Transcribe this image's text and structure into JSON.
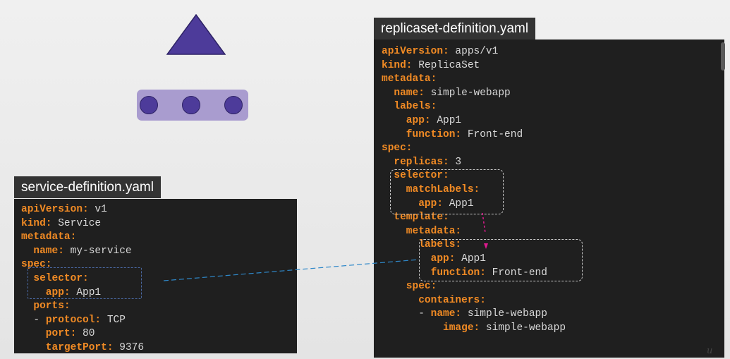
{
  "service_file": {
    "title": "service-definition.yaml",
    "lines": [
      {
        "key": "apiVersion:",
        "val": " v1"
      },
      {
        "key": "kind:",
        "val": " Service"
      },
      {
        "key": "metadata:",
        "val": ""
      },
      {
        "key": "  name:",
        "val": " my-service"
      },
      {
        "key": "spec:",
        "val": ""
      },
      {
        "key": "  selector:",
        "val": ""
      },
      {
        "key": "    app:",
        "val": " App1"
      },
      {
        "key": "  ports:",
        "val": ""
      },
      {
        "prefix": "  - ",
        "key": "protocol:",
        "val": " TCP"
      },
      {
        "key": "    port:",
        "val": " 80"
      },
      {
        "key": "    targetPort:",
        "val": " 9376"
      }
    ]
  },
  "replicaset_file": {
    "title": "replicaset-definition.yaml",
    "lines": [
      {
        "key": "apiVersion:",
        "val": " apps/v1"
      },
      {
        "key": "kind:",
        "val": " ReplicaSet"
      },
      {
        "key": "metadata:",
        "val": ""
      },
      {
        "key": "  name:",
        "val": " simple-webapp"
      },
      {
        "key": "  labels:",
        "val": ""
      },
      {
        "key": "    app:",
        "val": " App1"
      },
      {
        "key": "    function:",
        "val": " Front-end"
      },
      {
        "key": "spec:",
        "val": ""
      },
      {
        "key": "  replicas:",
        "val": " 3"
      },
      {
        "key": "  selector:",
        "val": ""
      },
      {
        "key": "    matchLabels:",
        "val": ""
      },
      {
        "key": "      app:",
        "val": " App1"
      },
      {
        "key": "  template:",
        "val": ""
      },
      {
        "key": "    metadata:",
        "val": ""
      },
      {
        "key": "      labels:",
        "val": ""
      },
      {
        "key": "        app:",
        "val": " App1"
      },
      {
        "key": "        function:",
        "val": " Front-end"
      },
      {
        "key": "    spec:",
        "val": ""
      },
      {
        "key": "      containers:",
        "val": ""
      },
      {
        "prefix": "      - ",
        "key": "name:",
        "val": " simple-webapp"
      },
      {
        "key": "          image:",
        "val": " simple-webapp"
      }
    ]
  },
  "icons": {
    "service": "triangle-icon",
    "pods": "pod-dot-icon",
    "brand": "udemy-logo-icon"
  },
  "colors": {
    "key": "#f08a24",
    "value": "#d8d8d8",
    "code_bg": "#1f1f1f",
    "tab_bg": "#333333",
    "service_triangle": "#4d3b9a",
    "pod_bar": "#a99ccf",
    "link_line": "#2f88c9",
    "label_arrow": "#e0198f"
  },
  "brand": {
    "text": "u"
  }
}
